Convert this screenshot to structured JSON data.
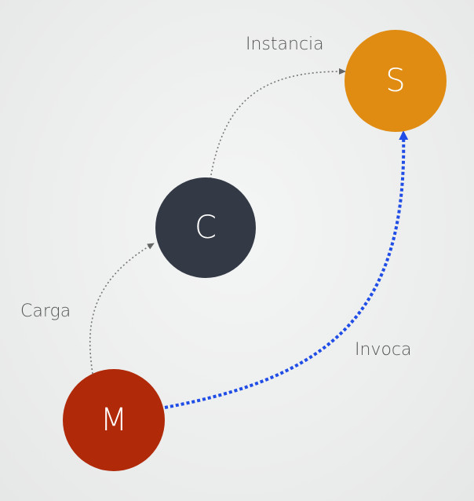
{
  "colors": {
    "background": "#ededed",
    "node_m": "#b02a0a",
    "node_c": "#343a45",
    "node_s": "#e08c12",
    "edge_gray": "#777777",
    "edge_blue": "#1f4de6",
    "label_text": "#555555"
  },
  "nodes": {
    "m": {
      "label": "M"
    },
    "c": {
      "label": "C"
    },
    "s": {
      "label": "S"
    }
  },
  "edges": {
    "carga": {
      "label": "Carga",
      "from": "M",
      "to": "C"
    },
    "instancia": {
      "label": "Instancia",
      "from": "C",
      "to": "S"
    },
    "invoca": {
      "label": "Invoca",
      "from": "M",
      "to": "S"
    }
  }
}
